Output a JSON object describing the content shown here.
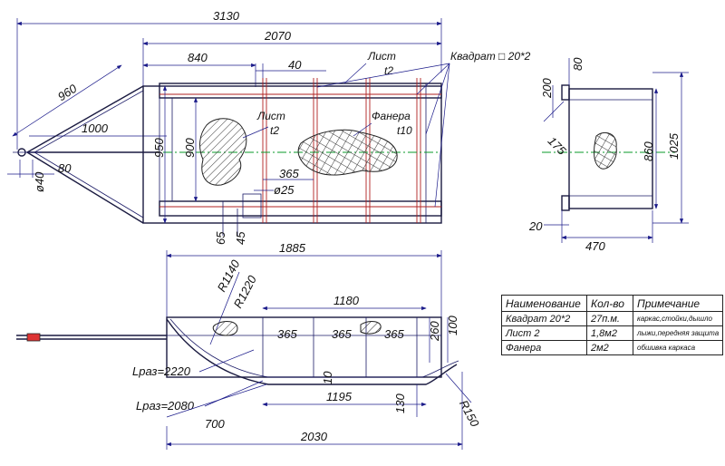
{
  "top_view": {
    "dims": {
      "overall": "3130",
      "body": "2070",
      "front": "840",
      "gap": "40",
      "drawbar": "960",
      "tow": "1000",
      "width": "950",
      "inner_width": "900",
      "ball": "80",
      "ball_dia": "ø40",
      "rib": "365",
      "pipe_dia": "ø25",
      "offset_a": "65",
      "offset_b": "45"
    },
    "labels": {
      "sheet": "Лист",
      "sheet_t": "t2",
      "sheet2": "Лист",
      "sheet2_t": "t2",
      "plywood": "Фанера",
      "plywood_t": "t10",
      "square": "Квадрат □ 20*2"
    }
  },
  "side_view": {
    "dims": {
      "top_width": "1885",
      "r1": "R1140",
      "r2": "R1220",
      "span": "1180",
      "rib1": "365",
      "rib2": "365",
      "rib3": "365",
      "h1": "260",
      "h2": "100",
      "lraz1": "Lраз=2220",
      "lraz2": "Lраз=2080",
      "v10": "10",
      "bottom": "1195",
      "v130": "130",
      "r150": "R150",
      "nose": "700",
      "overall": "2030"
    }
  },
  "end_view": {
    "dims": {
      "top": "80",
      "side": "200",
      "diag": "175",
      "height": "860",
      "total": "1025",
      "foot": "20",
      "width": "470"
    }
  },
  "table": {
    "headers": [
      "Наименование",
      "Кол-во",
      "Примечание"
    ],
    "rows": [
      [
        "Квадрат 20*2",
        "27п.м.",
        "каркас,стойки,дышло"
      ],
      [
        "Лист 2",
        "1,8м2",
        "лыжи,передняя защита"
      ],
      [
        "Фанера",
        "2м2",
        "обшивка каркаса"
      ]
    ]
  }
}
